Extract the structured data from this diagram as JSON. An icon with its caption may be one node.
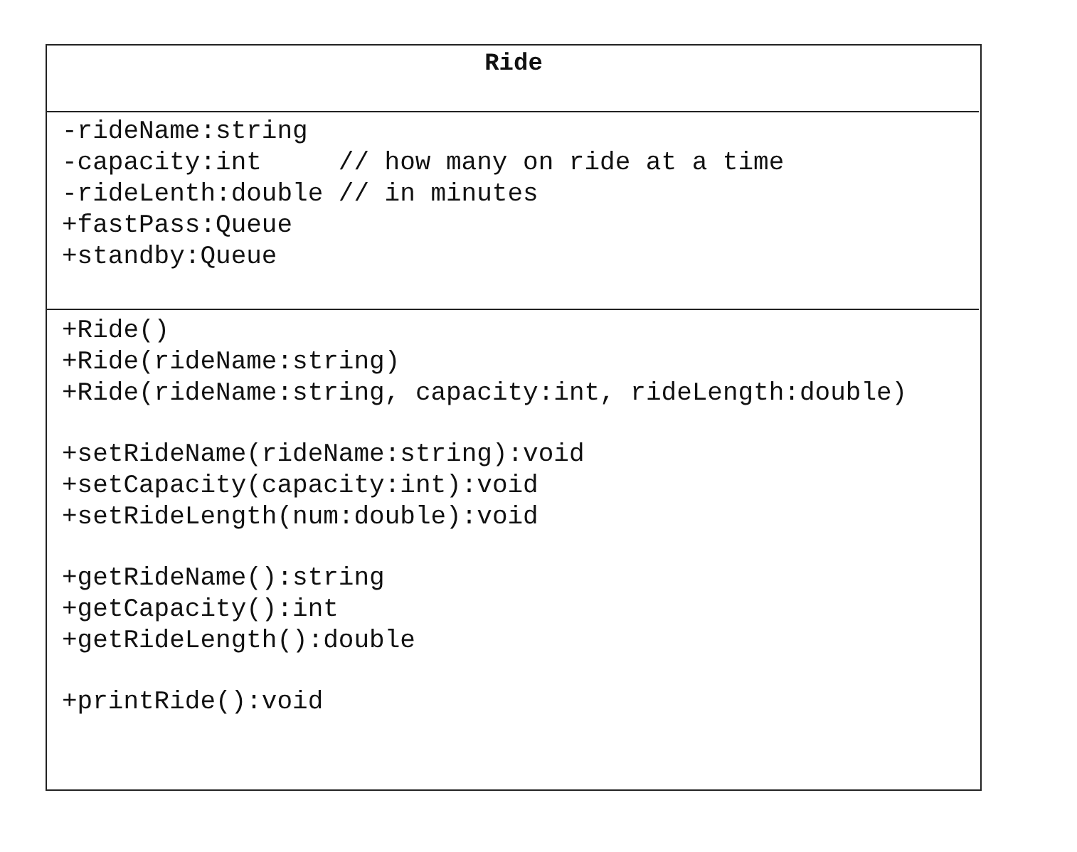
{
  "diagram": {
    "nodes": [
      {
        "text": [
          "Ride"
        ]
      },
      {
        "text": [
          "-rideName:string",
          "-capacity:int",
          "// how many on ride at a time",
          "-rideLenth:double",
          "// in minutes",
          "+fastPass:Queue",
          "+standby:Queue"
        ],
        "in": 0
      },
      {
        "text": [
          "+Ride()",
          "+Ride(rideName:string)",
          "+Ride(rideName:string, capacity:int, rideLength:double)",
          "+setRideName(rideName:string):void",
          "+setCapacity(capacity:int):void",
          "+setRideLength(num:double):void",
          "+getRideName():string",
          "+getCapacity():int",
          "+getRideLength():double",
          "+printRide():void"
        ],
        "in": 0
      }
    ]
  }
}
